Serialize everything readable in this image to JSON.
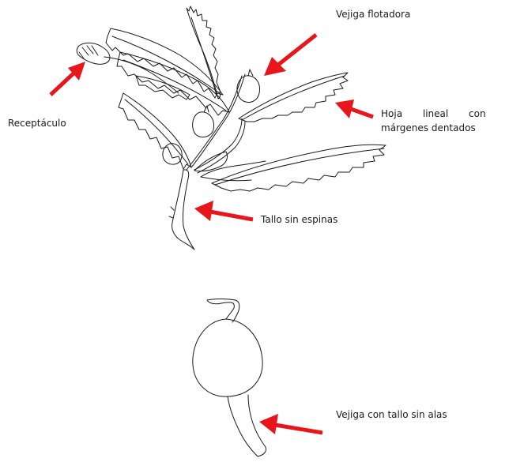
{
  "labels": {
    "vejiga_flotadora": "Vejiga flotadora",
    "receptaculo": "Receptáculo",
    "hoja_line1": "Hoja lineal con",
    "hoja_line2": "márgenes dentados",
    "tallo_sin_espinas": "Tallo sin espinas",
    "vejiga_tallo_sin_alas": "Vejiga con tallo sin alas"
  },
  "colors": {
    "arrow": "#e8151b",
    "line": "#1a1a1a",
    "background": "#ffffff"
  }
}
